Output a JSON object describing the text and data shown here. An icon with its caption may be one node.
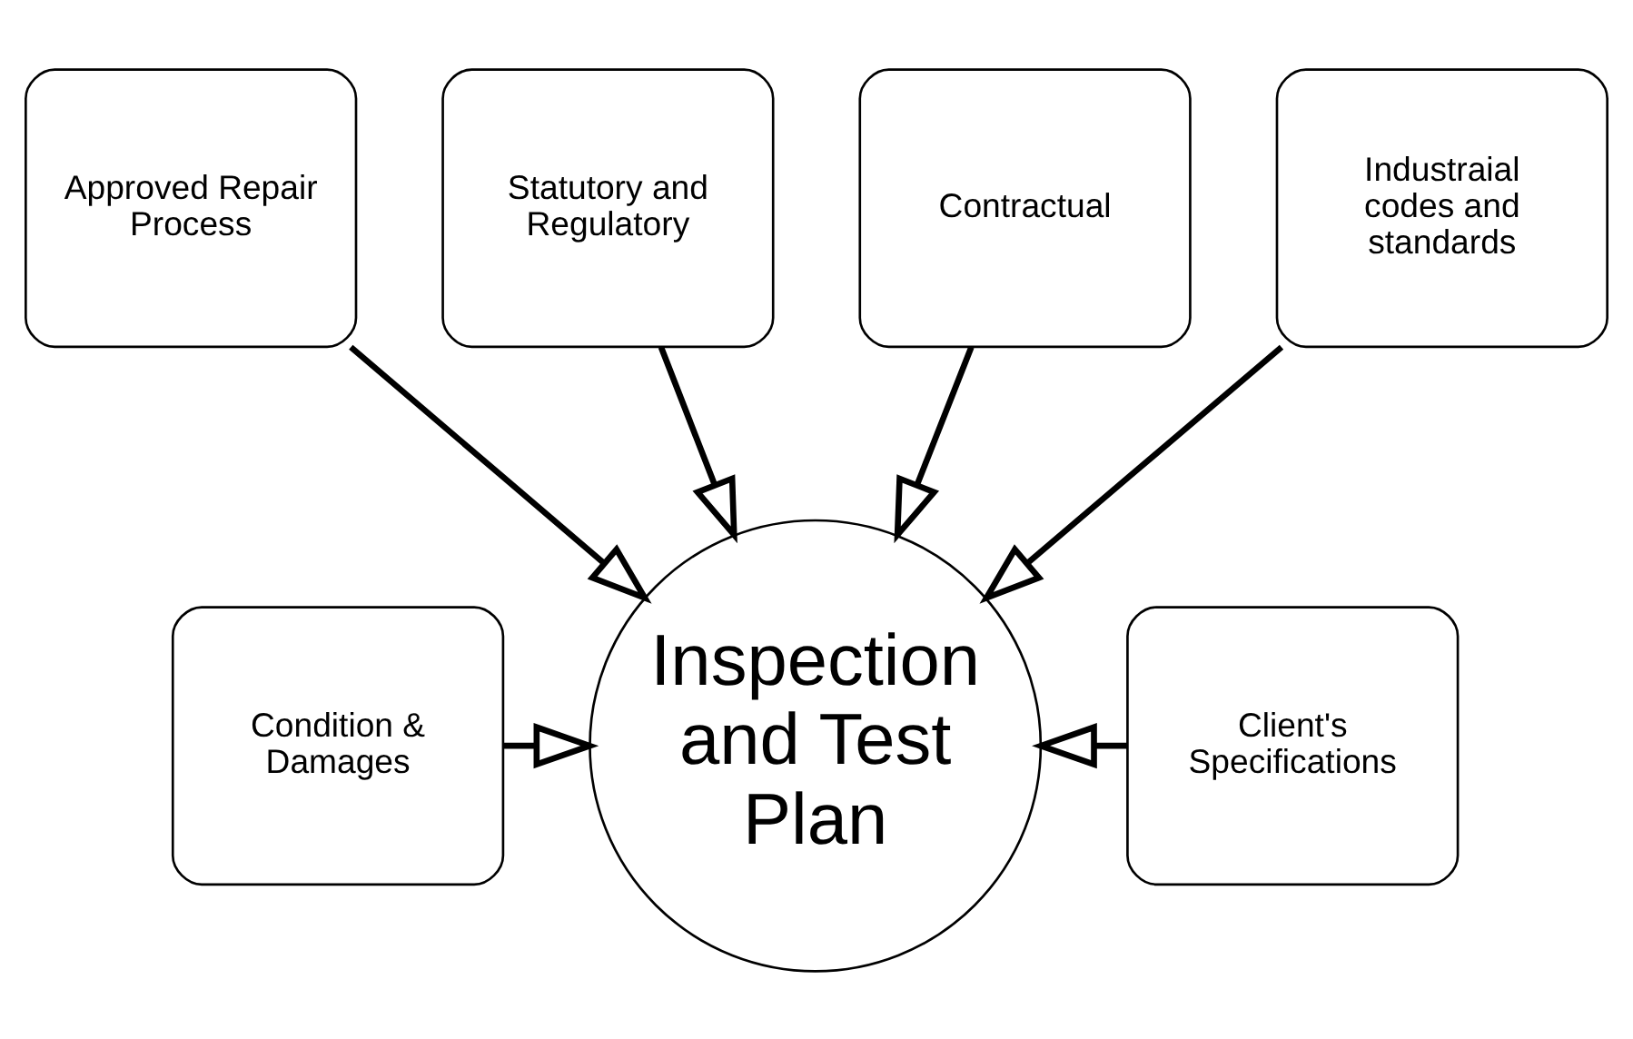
{
  "diagram": {
    "nodes": [
      {
        "text": [
          "Statutory and Regulatory"
        ]
      },
      {
        "text": [
          "Contractual"
        ]
      },
      {
        "text": [
          "Approved Repair Process"
        ]
      },
      {
        "text": [
          "Industraial codes and standards"
        ]
      },
      {
        "text": [
          "Inspection and Test Plan"
        ]
      },
      {
        "text": [
          "Condition & Damages"
        ]
      },
      {
        "text": [
          "Client's Specifications"
        ]
      }
    ],
    "edges": [
      {
        "from": 0,
        "to": 4,
        "arrow": "to"
      },
      {
        "from": 1,
        "to": 4,
        "arrow": "to"
      },
      {
        "from": 2,
        "to": 4,
        "arrow": "to"
      },
      {
        "from": 3,
        "to": 4,
        "arrow": "to"
      },
      {
        "from": 5,
        "to": 4,
        "arrow": "to"
      },
      {
        "from": 6,
        "to": 4,
        "arrow": "to"
      }
    ]
  }
}
